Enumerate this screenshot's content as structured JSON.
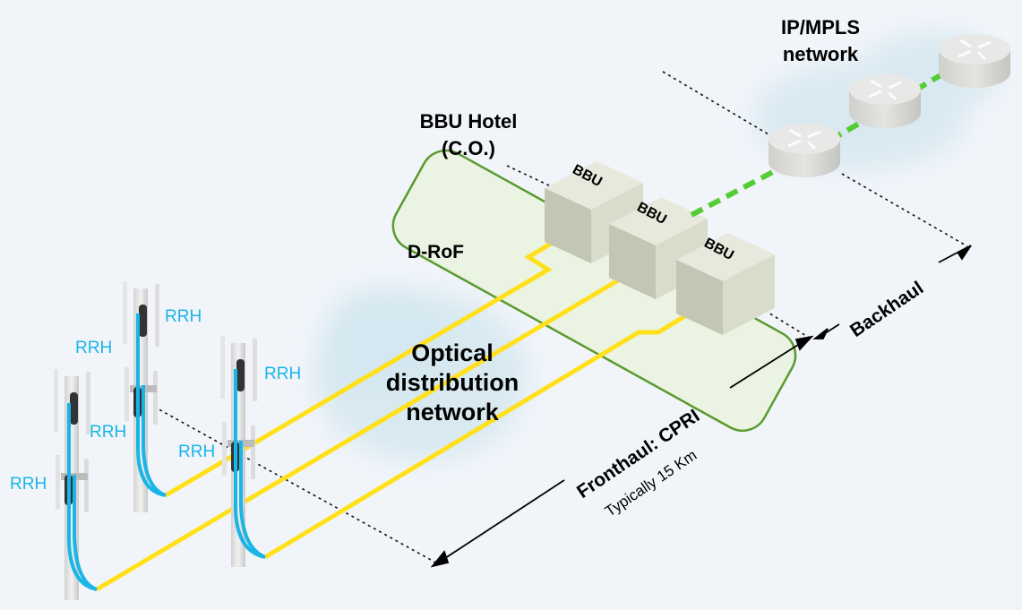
{
  "title": "C-RAN fronthaul / backhaul architecture",
  "labels": {
    "ip_mpls": "IP/MPLS",
    "ip_mpls_2": "network",
    "bbu_hotel": "BBU Hotel",
    "bbu_hotel_2": "(C.O.)",
    "drof": "D-RoF",
    "odn_1": "Optical",
    "odn_2": "distribution",
    "odn_3": "network",
    "fronthaul": "Fronthaul: CPRI",
    "fronthaul_sub": "Typically 15 Km",
    "backhaul": "Backhaul"
  },
  "bbus": [
    "BBU",
    "BBU",
    "BBU"
  ],
  "routers": [
    "router",
    "router",
    "router"
  ],
  "rrh_labels": [
    "RRH",
    "RRH",
    "RRH",
    "RRH",
    "RRH",
    "RRH"
  ],
  "colors": {
    "background": "#f1f5fa",
    "fiber": "#ffe01a",
    "rrh_cable": "#19b5e6",
    "backhaul_link": "#55cc33",
    "hotel_border": "#5a9a2e",
    "hotel_fill": "#eaf2dc",
    "bbu_face": "#c6c9b6",
    "cloud": "#d7e8f0"
  }
}
